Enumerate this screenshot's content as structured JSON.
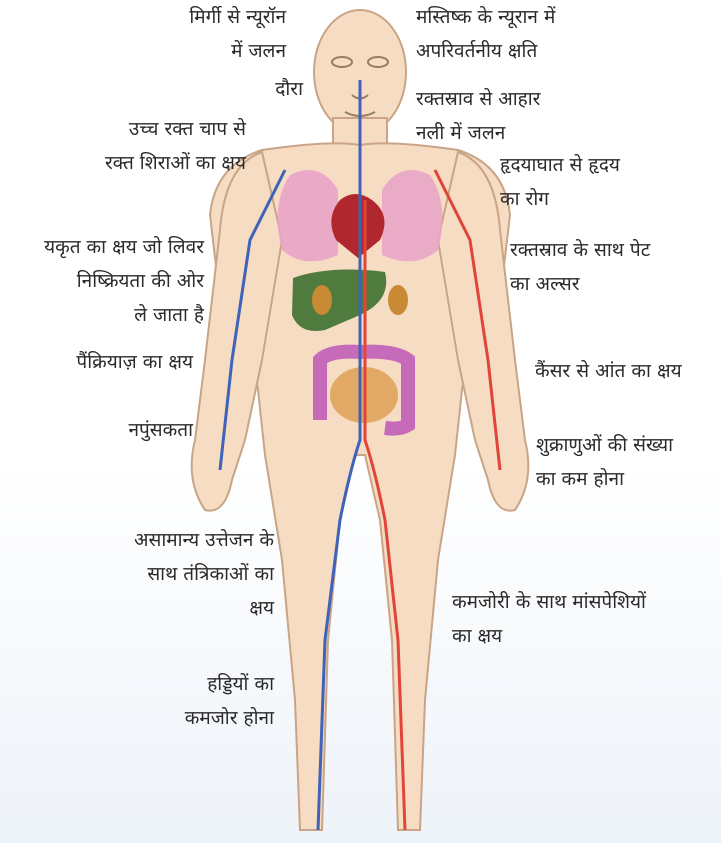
{
  "colors": {
    "skin": "#f6dcc2",
    "skin_outline": "#c9a486",
    "lungs": "#e9a5c8",
    "heart": "#b0282d",
    "liver": "#4f7b3e",
    "kidney": "#c98a36",
    "intestine_large": "#c56bb9",
    "intestine_small": "#e1a866",
    "artery": "#e1453a",
    "vein": "#3e63b8"
  },
  "labels": {
    "epilepsy": [
      "मिर्गी से न्यूरॉन",
      "में जलन"
    ],
    "brain": [
      "मस्तिष्क के न्यूरान में",
      "अपरिवर्तनीय क्षति"
    ],
    "seizure": [
      "दौरा"
    ],
    "esophagus": [
      "रक्तस्राव से आहार",
      "नली में जलन"
    ],
    "hypertension": [
      "उच्च रक्त चाप से",
      "रक्त शिराओं का क्षय"
    ],
    "heart": [
      "हृदयाघात से हृदय",
      "का रोग"
    ],
    "liver": [
      "यकृत का क्षय जो लिवर",
      "निष्क्रियता की ओर",
      "ले जाता है"
    ],
    "stomach": [
      "रक्तस्राव के साथ पेट",
      "का अल्सर"
    ],
    "pancreas": [
      "पैंक्रियाज़ का क्षय"
    ],
    "intestine": [
      "कैंसर से आंत का क्षय"
    ],
    "impotence": [
      "नपुंसकता"
    ],
    "sperm": [
      "शुक्राणुओं की संख्या",
      "का कम होना"
    ],
    "nerves": [
      "असामान्य उत्तेजन के",
      "साथ तंत्रिकाओं का",
      "क्षय"
    ],
    "muscles": [
      "कमजोरी के साथ मांसपेशियों",
      "का क्षय"
    ],
    "bones": [
      "हड्डियों का",
      "कमजोर होना"
    ]
  }
}
